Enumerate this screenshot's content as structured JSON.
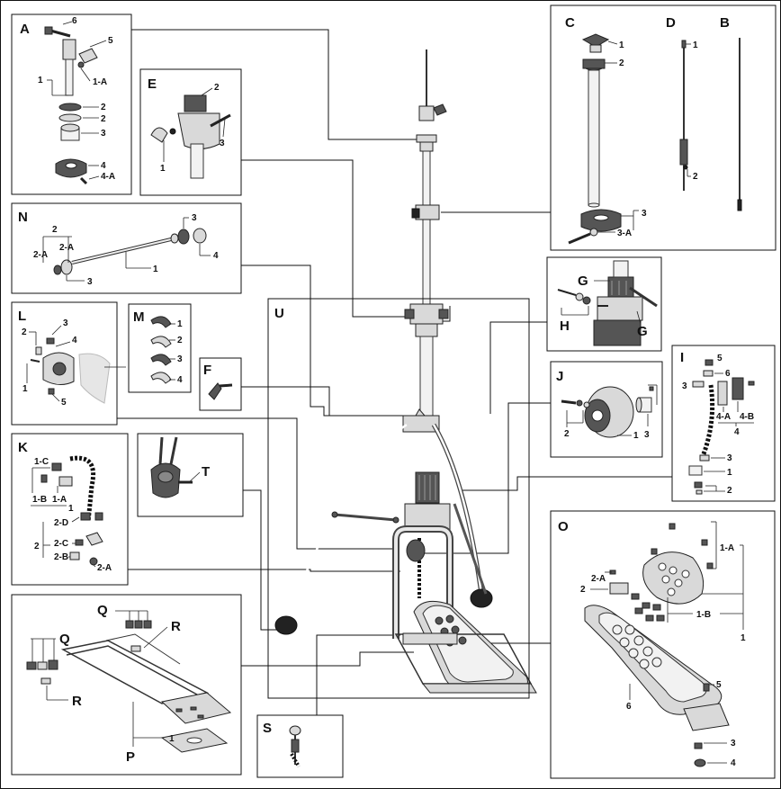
{
  "sections": {
    "A": {
      "letter": "A",
      "labels": [
        "6",
        "5",
        "1",
        "1-A",
        "2",
        "2",
        "3",
        "4",
        "4-A"
      ]
    },
    "B": {
      "letter": "B",
      "labels": []
    },
    "C": {
      "letter": "C",
      "labels": [
        "1",
        "2",
        "3",
        "3-A"
      ]
    },
    "D": {
      "letter": "D",
      "labels": [
        "1",
        "2"
      ]
    },
    "E": {
      "letter": "E",
      "labels": [
        "2",
        "3",
        "1"
      ]
    },
    "F": {
      "letter": "F",
      "labels": []
    },
    "G": {
      "letter": "G",
      "labels": [
        "G"
      ]
    },
    "H": {
      "letter": "H",
      "labels": []
    },
    "I": {
      "letter": "I",
      "labels": [
        "5",
        "6",
        "3",
        "4-A",
        "4-B",
        "4",
        "3",
        "1",
        "2"
      ]
    },
    "J": {
      "letter": "J",
      "labels": [
        "2",
        "1",
        "3"
      ]
    },
    "K": {
      "letter": "K",
      "labels": [
        "1-C",
        "1-B",
        "1-A",
        "1",
        "2-D",
        "2-C",
        "2-B",
        "2",
        "2-A"
      ]
    },
    "L": {
      "letter": "L",
      "labels": [
        "3",
        "2",
        "4",
        "1",
        "5"
      ]
    },
    "M": {
      "letter": "M",
      "labels": [
        "1",
        "2",
        "3",
        "4"
      ]
    },
    "N": {
      "letter": "N",
      "labels": [
        "2",
        "2-A",
        "2-A",
        "3",
        "1",
        "3",
        "4"
      ]
    },
    "O": {
      "letter": "O",
      "labels": [
        "1-A",
        "2-A",
        "2",
        "1-B",
        "1",
        "5",
        "6",
        "3",
        "4"
      ]
    },
    "P": {
      "letter": "P",
      "labels": [
        "1"
      ]
    },
    "Q": {
      "letter": "Q",
      "labels": []
    },
    "Q2": {
      "letter": "Q",
      "labels": []
    },
    "R": {
      "letter": "R",
      "labels": []
    },
    "R2": {
      "letter": "R",
      "labels": []
    },
    "S": {
      "letter": "S",
      "labels": []
    },
    "T": {
      "letter": "T",
      "labels": []
    },
    "U": {
      "letter": "U",
      "labels": []
    }
  }
}
